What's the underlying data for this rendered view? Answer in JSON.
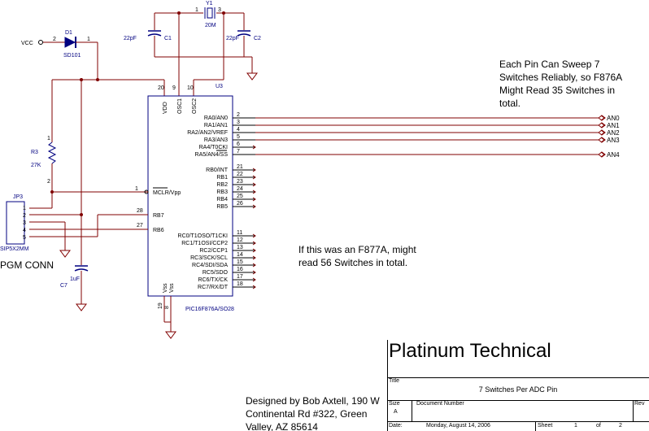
{
  "diagram": {
    "notes": {
      "top": [
        "Each Pin Can Sweep 7",
        "Switches Reliably, so F876A",
        "Might Read 35 Switches in",
        "total."
      ],
      "mid": [
        "If this was an F877A, might",
        "read 56 Switches in total."
      ],
      "designer": [
        "Designed by Bob Axtell, 190 W",
        "Continental Rd #322, Green",
        "Valley, AZ 85614"
      ]
    },
    "title_block": {
      "company": "Platinum Technical",
      "title_label": "Title",
      "title": "7 Switches Per ADC Pin",
      "size_label": "Size",
      "size": "A",
      "docnum_label": "Document Number",
      "rev_label": "Rev",
      "date_label": "Date:",
      "date": "Monday, August 14, 2006",
      "sheet_label": "Sheet",
      "sheet": "1",
      "of_label": "of",
      "of": "2"
    },
    "components": {
      "vcc": "VCC",
      "d1_ref": "D1",
      "d1_val": "SD101",
      "d1_pin_a": "2",
      "d1_pin_k": "1",
      "y1_ref": "Y1",
      "y1_val": "20M",
      "y1_pin1": "1",
      "y1_pin3": "3",
      "c1_ref": "C1",
      "c1_val": "22pF",
      "c2_ref": "C2",
      "c2_val": "22pF",
      "r3_ref": "R3",
      "r3_val": "27K",
      "r3_pin1": "1",
      "r3_pin2": "2",
      "c7_ref": "C7",
      "c7_val": "1uF",
      "jp3_ref": "JP3",
      "jp3_val": "SIP5X2MM",
      "jp3_pins": [
        "1",
        "2",
        "3",
        "4",
        "5"
      ],
      "pgm": "PGM CONN",
      "u3_ref": "U3",
      "u3_val": "PIC16F876A/SO28"
    },
    "ic_top_pins": [
      {
        "name": "VDD",
        "num": "20"
      },
      {
        "name": "OSC1",
        "num": "9"
      },
      {
        "name": "OSC2",
        "num": "10"
      }
    ],
    "ic_bottom_pins": [
      {
        "name": "Vss",
        "num": "19"
      },
      {
        "name": "Vss",
        "num": "8"
      }
    ],
    "ic_left_pins": [
      {
        "name": "MCLR/Vpp",
        "num": "1"
      },
      {
        "name": "RB7",
        "num": "28"
      },
      {
        "name": "RB6",
        "num": "27"
      }
    ],
    "ic_right_pins": [
      {
        "name": "RA0/AN0",
        "num": "2",
        "net": "AN0"
      },
      {
        "name": "RA1/AN1",
        "num": "3",
        "net": "AN1"
      },
      {
        "name": "RA2/AN2/VREF",
        "num": "4",
        "net": "AN2"
      },
      {
        "name": "RA3/AN3",
        "num": "5",
        "net": "AN3"
      },
      {
        "name": "RA4/T0CKI",
        "num": "6",
        "net": ""
      },
      {
        "name": "RA5/AN4/SS",
        "num": "7",
        "net": "AN4"
      },
      {
        "name": "RB0/INT",
        "num": "21",
        "net": ""
      },
      {
        "name": "RB1",
        "num": "22",
        "net": ""
      },
      {
        "name": "RB2",
        "num": "23",
        "net": ""
      },
      {
        "name": "RB3",
        "num": "24",
        "net": ""
      },
      {
        "name": "RB4",
        "num": "25",
        "net": ""
      },
      {
        "name": "RB5",
        "num": "26",
        "net": ""
      },
      {
        "name": "RC0/T1OSO/T1CKI",
        "num": "11",
        "net": ""
      },
      {
        "name": "RC1/T1OSI/CCP2",
        "num": "12",
        "net": ""
      },
      {
        "name": "RC2/CCP1",
        "num": "13",
        "net": ""
      },
      {
        "name": "RC3/SCK/SCL",
        "num": "14",
        "net": ""
      },
      {
        "name": "RC4/SDI/SDA",
        "num": "15",
        "net": ""
      },
      {
        "name": "RC5/SDO",
        "num": "16",
        "net": ""
      },
      {
        "name": "RC6/TX/CK",
        "num": "17",
        "net": ""
      },
      {
        "name": "RC7/RX/DT",
        "num": "18",
        "net": ""
      }
    ]
  }
}
